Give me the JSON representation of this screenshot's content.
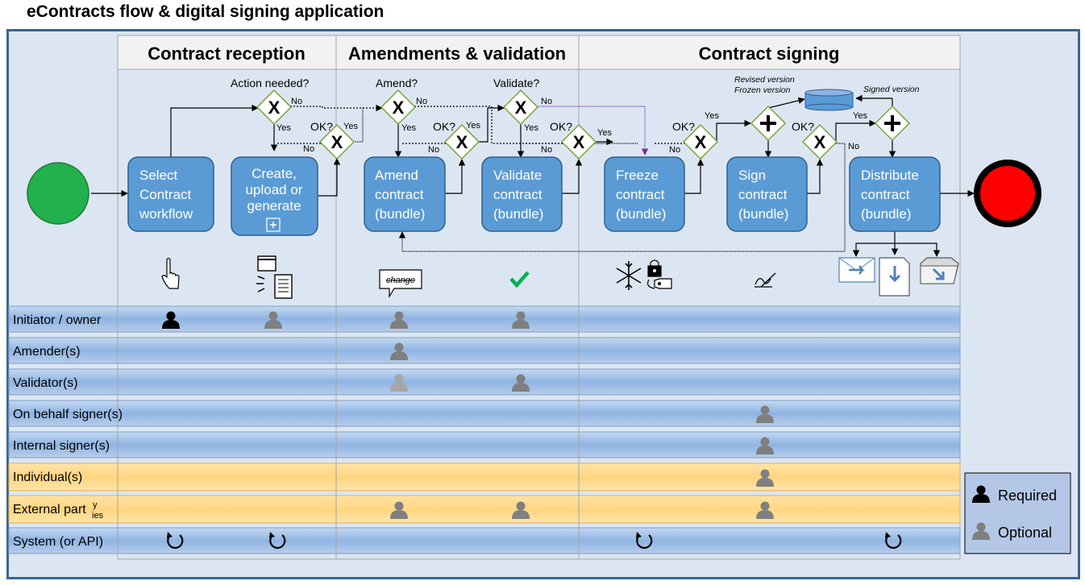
{
  "title": "eContracts flow & digital signing application",
  "phases": [
    "Contract reception",
    "Amendments & validation",
    "Contract signing"
  ],
  "tasks": {
    "select": [
      "Select",
      "Contract",
      "workflow"
    ],
    "create": [
      "Create,",
      "upload or",
      "generate"
    ],
    "amend": [
      "Amend",
      "contract",
      "(bundle)"
    ],
    "validate": [
      "Validate",
      "contract",
      "(bundle)"
    ],
    "freeze": [
      "Freeze",
      "contract",
      "(bundle)"
    ],
    "sign": [
      "Sign",
      "contract",
      "(bundle)"
    ],
    "distribute": [
      "Distribute",
      "contract",
      "(bundle)"
    ]
  },
  "gateway_labels": {
    "action_needed": "Action needed?",
    "amend": "Amend?",
    "validate": "Validate?",
    "ok": "OK?",
    "yes": "Yes",
    "no": "No"
  },
  "annotations": {
    "revised_version": "Revised version",
    "frozen_version": "Frozen version",
    "signed_version": "Signed version",
    "change_bubble": "change"
  },
  "lanes": [
    "Initiator / owner",
    "Amender(s)",
    "Validator(s)",
    "On behalf signer(s)",
    "Internal signer(s)",
    "Individual(s)",
    "External part",
    "System (or API)"
  ],
  "lane_external_sup": "y",
  "lane_external_sub": "ies",
  "legend": {
    "required": "Required",
    "optional": "Optional"
  },
  "colors": {
    "task_fill": "#5b9bd5",
    "start": "#22b14c",
    "end": "#ff0000",
    "lane_blue": "#9dc3e6",
    "lane_orange": "#ffd966",
    "frame": "#3a6590"
  }
}
